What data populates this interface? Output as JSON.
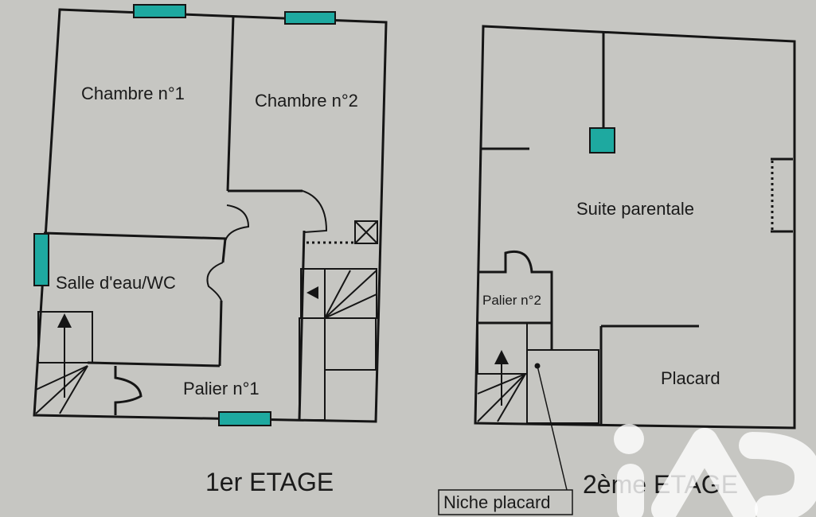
{
  "floors": [
    {
      "title": "1er ETAGE",
      "rooms": [
        "Chambre n°1",
        "Chambre n°2",
        "Salle d'eau/WC",
        "Palier n°1"
      ]
    },
    {
      "title": "2ème ETAGE",
      "rooms": [
        "Suite parentale",
        "Palier n°2",
        "Placard"
      ],
      "callout": "Niche placard"
    }
  ],
  "watermark": "iAD",
  "colors": {
    "window": "#1ea9a0",
    "background": "#c6c6c2",
    "wall": "#151515"
  }
}
